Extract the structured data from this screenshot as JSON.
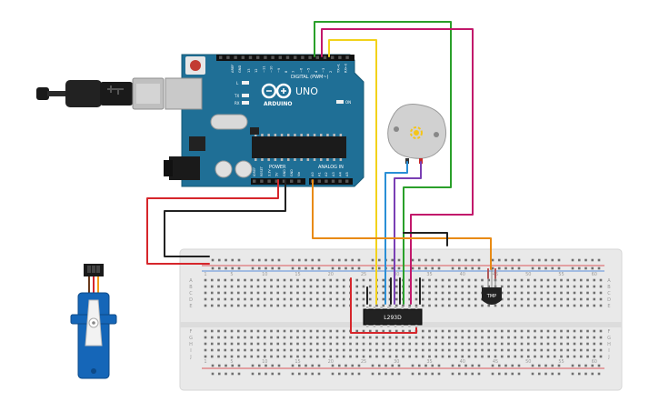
{
  "arduino": {
    "brand": "ARDUINO",
    "model": "UNO",
    "digital_header": "DIGITAL (PWM~)",
    "power_header": "POWER",
    "analog_header": "ANALOG IN",
    "label_L": "L",
    "label_tx": "TX",
    "label_rx": "RX",
    "label_on": "ON",
    "label_aref": "AREF",
    "label_gnd": "GND",
    "digital_pins": [
      "13",
      "12",
      "~11",
      "~10",
      "~9",
      "8",
      "7",
      "~6",
      "~5",
      "4",
      "~3",
      "2",
      "TX→1",
      "RX←0"
    ],
    "power_pins": [
      "IOREF",
      "RESET",
      "3.3V",
      "5V",
      "GND",
      "GND",
      "Vin"
    ],
    "analog_pins": [
      "A0",
      "A1",
      "A2",
      "A3",
      "A4",
      "A5"
    ]
  },
  "breadboard": {
    "col_numbers": [
      "1",
      "5",
      "10",
      "15",
      "20",
      "25",
      "30",
      "35",
      "40",
      "45",
      "50",
      "55",
      "60"
    ],
    "row_letters_top": [
      "A",
      "B",
      "C",
      "D",
      "E"
    ],
    "row_letters_bottom": [
      "F",
      "G",
      "H",
      "I",
      "J"
    ]
  },
  "driver_chip": {
    "label": "L293D"
  },
  "temp_sensor": {
    "label": "TMP"
  },
  "colors": {
    "board": "#1f6f96",
    "breadboard": "#e9e9e9",
    "wire_red": "#d6262b",
    "wire_black": "#222222",
    "wire_green": "#2aa02a",
    "wire_magenta": "#c2186b",
    "wire_yellow": "#f2d21b",
    "wire_blue": "#2a8fd6",
    "wire_purple": "#7a3fb4",
    "wire_orange": "#e88a13"
  }
}
